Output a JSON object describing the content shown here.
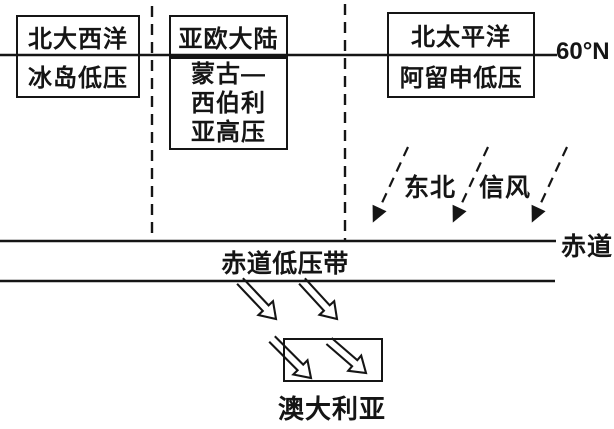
{
  "colors": {
    "ink": "#151515",
    "background": "#ffffff"
  },
  "labels": {
    "lat_60n": "60°N",
    "equator": "赤道",
    "equatorial_belt": "赤道低压带",
    "trade_wind_ne": "东北",
    "trade_wind": "信风",
    "australia": "澳大利亚"
  },
  "regions": {
    "north_atlantic": {
      "name": "北大西洋",
      "pressure": "冰岛低压"
    },
    "eurasia": {
      "name": "亚欧大陆",
      "pressure": "蒙古—\n西伯利\n亚高压"
    },
    "north_pacific": {
      "name": "北太平洋",
      "pressure": "阿留申低压"
    }
  }
}
